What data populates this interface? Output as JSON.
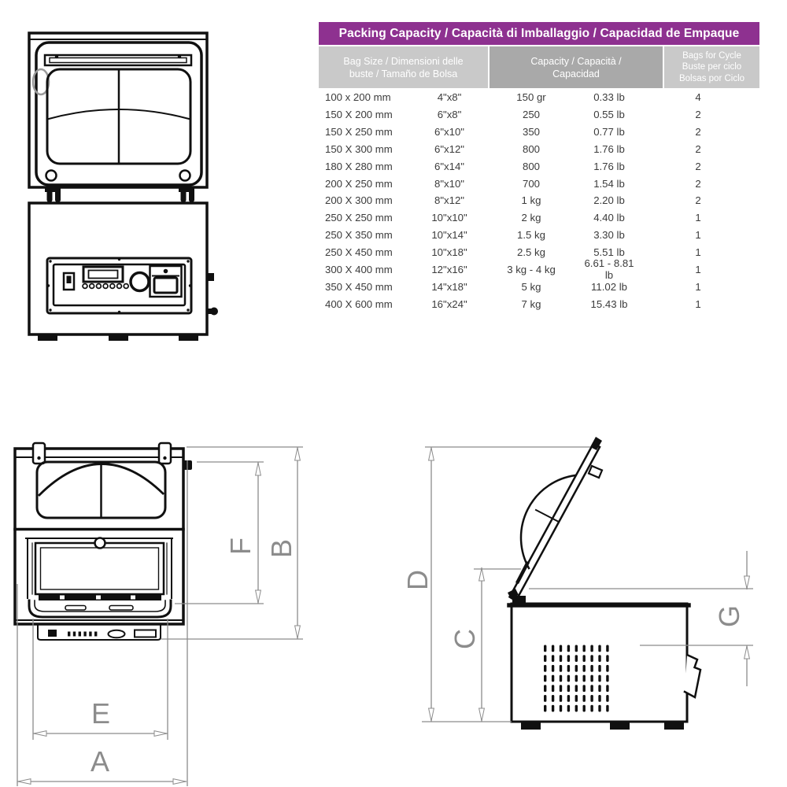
{
  "table": {
    "title": "Packing Capacity / Capacità di Imballaggio / Capacidad de Empaque",
    "headers": [
      {
        "lines": [
          "Bag Size / Dimensioni delle",
          "buste / Tamaño de Bolsa"
        ]
      },
      {
        "lines": [
          "Capacity / Capacità /",
          "Capacidad"
        ]
      },
      {
        "lines": [
          "Bags for Cycle",
          "Buste per ciclo",
          "Bolsas por Ciclo"
        ]
      }
    ],
    "rows": [
      {
        "size_mm": "100 x 200 mm",
        "size_in": "4\"x8\"",
        "capacity_metric": "150 gr",
        "capacity_lb": "0.33 lb",
        "bags": "4"
      },
      {
        "size_mm": "150 X 200 mm",
        "size_in": "6\"x8\"",
        "capacity_metric": "250",
        "capacity_lb": "0.55 lb",
        "bags": "2"
      },
      {
        "size_mm": "150 X 250 mm",
        "size_in": "6\"x10\"",
        "capacity_metric": "350",
        "capacity_lb": "0.77 lb",
        "bags": "2"
      },
      {
        "size_mm": "150 X 300 mm",
        "size_in": "6\"x12\"",
        "capacity_metric": "800",
        "capacity_lb": "1.76 lb",
        "bags": "2"
      },
      {
        "size_mm": "180 X 280 mm",
        "size_in": "6\"x14\"",
        "capacity_metric": "800",
        "capacity_lb": "1.76 lb",
        "bags": "2"
      },
      {
        "size_mm": "200 X 250 mm",
        "size_in": "8\"x10\"",
        "capacity_metric": "700",
        "capacity_lb": "1.54 lb",
        "bags": "2"
      },
      {
        "size_mm": "200 X 300 mm",
        "size_in": "8\"x12\"",
        "capacity_metric": "1 kg",
        "capacity_lb": "2.20 lb",
        "bags": "2"
      },
      {
        "size_mm": "250 X 250 mm",
        "size_in": "10\"x10\"",
        "capacity_metric": "2 kg",
        "capacity_lb": "4.40 lb",
        "bags": "1"
      },
      {
        "size_mm": "250 X 350 mm",
        "size_in": "10\"x14\"",
        "capacity_metric": "1.5 kg",
        "capacity_lb": "3.30 lb",
        "bags": "1"
      },
      {
        "size_mm": "250 X 450 mm",
        "size_in": "10\"x18\"",
        "capacity_metric": "2.5 kg",
        "capacity_lb": "5.51 lb",
        "bags": "1"
      },
      {
        "size_mm": "300 X 400 mm",
        "size_in": "12\"x16\"",
        "capacity_metric": "3 kg - 4 kg",
        "capacity_lb": "6.61 - 8.81 lb",
        "bags": "1"
      },
      {
        "size_mm": "350 X 450 mm",
        "size_in": "14\"x18\"",
        "capacity_metric": "5 kg",
        "capacity_lb": "11.02 lb",
        "bags": "1"
      },
      {
        "size_mm": "400 X 600 mm",
        "size_in": "16\"x24\"",
        "capacity_metric": "7 kg",
        "capacity_lb": "15.43 lb",
        "bags": "1"
      }
    ]
  },
  "dimensions": {
    "A": "A",
    "B": "B",
    "C": "C",
    "D": "D",
    "E": "E",
    "F": "F",
    "G": "G"
  },
  "colors": {
    "header_purple": "#8e3190",
    "subheader_light_gray": "#c9c9c9",
    "subheader_dark_gray": "#a9a9a9",
    "dimension_gray": "#8c8c8c",
    "drawing_black": "#101010"
  }
}
